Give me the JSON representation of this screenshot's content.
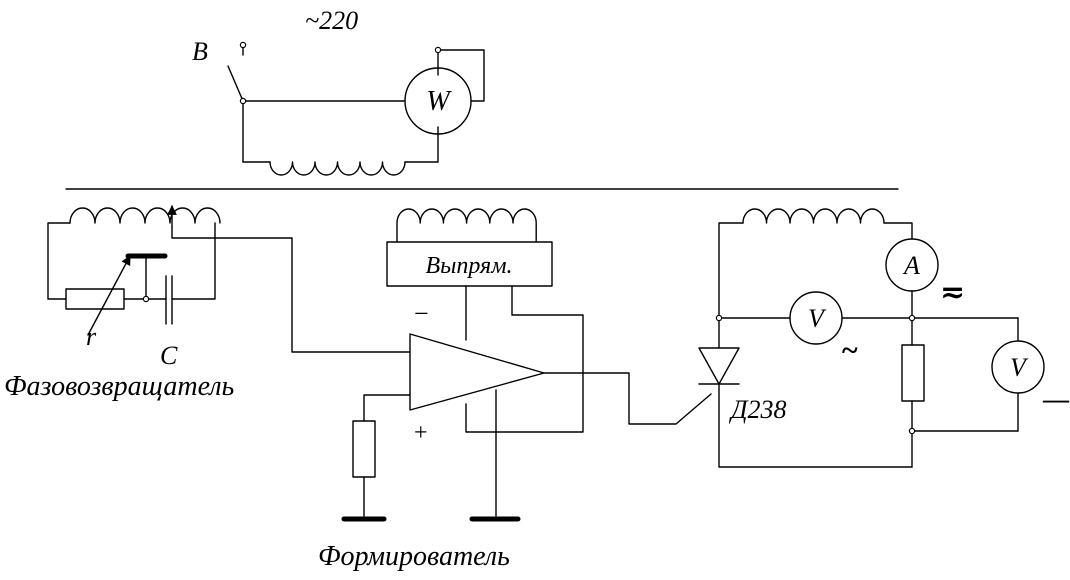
{
  "labels": {
    "mains_voltage": "~220",
    "switch": "B",
    "wattmeter": "W",
    "resistor": "r",
    "capacitor": "C",
    "phase_shifter": "Фазовозвращатель",
    "rectifier": "Выпрям.",
    "minus_sign": "−",
    "plus_sign": "+",
    "shaper": "Формирователь",
    "thyristor": "Д238",
    "ammeter": "A",
    "voltmeter_ac": "V",
    "voltmeter_dc": "V",
    "ammeter_mode": "≂",
    "ac_mark": "~",
    "dc_mark": "—"
  }
}
